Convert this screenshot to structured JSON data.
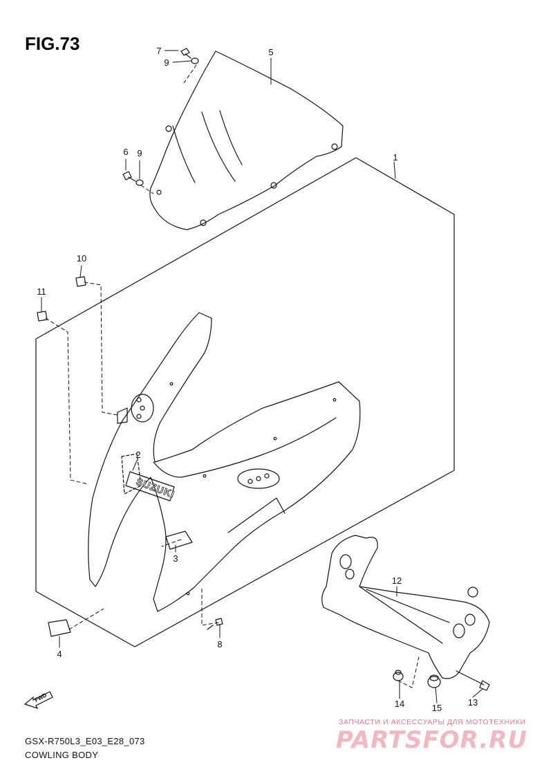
{
  "figure": {
    "title": "FIG.73"
  },
  "caption": {
    "model_code": "GSX-R750L3_E03_E28_073",
    "section_name": "COWLING BODY"
  },
  "watermark": {
    "tagline": "ЗАПЧАСТИ И АКСЕССУАРЫ ДЛЯ МОТОТЕХНИКИ",
    "logo_text": "PARTSFOR.RU",
    "color": "#e07a8a"
  },
  "brand_decal": {
    "text": "SUZUKI"
  },
  "direction_marker": {
    "text": "FWD"
  },
  "callouts": [
    {
      "id": "1",
      "part": "cowling"
    },
    {
      "id": "2",
      "part": "emblem"
    },
    {
      "id": "3",
      "part": "cushion"
    },
    {
      "id": "4",
      "part": "cushion"
    },
    {
      "id": "5",
      "part": "windscreen"
    },
    {
      "id": "6",
      "part": "screw"
    },
    {
      "id": "7",
      "part": "screw"
    },
    {
      "id": "8",
      "part": "screw"
    },
    {
      "id": "9",
      "part": "washer"
    },
    {
      "id": "9b",
      "label": "9",
      "part": "washer"
    },
    {
      "id": "10",
      "part": "nut"
    },
    {
      "id": "11",
      "part": "nut"
    },
    {
      "id": "12",
      "part": "brace"
    },
    {
      "id": "13",
      "part": "bolt"
    },
    {
      "id": "14",
      "part": "grommet"
    },
    {
      "id": "15",
      "part": "cushion"
    }
  ]
}
